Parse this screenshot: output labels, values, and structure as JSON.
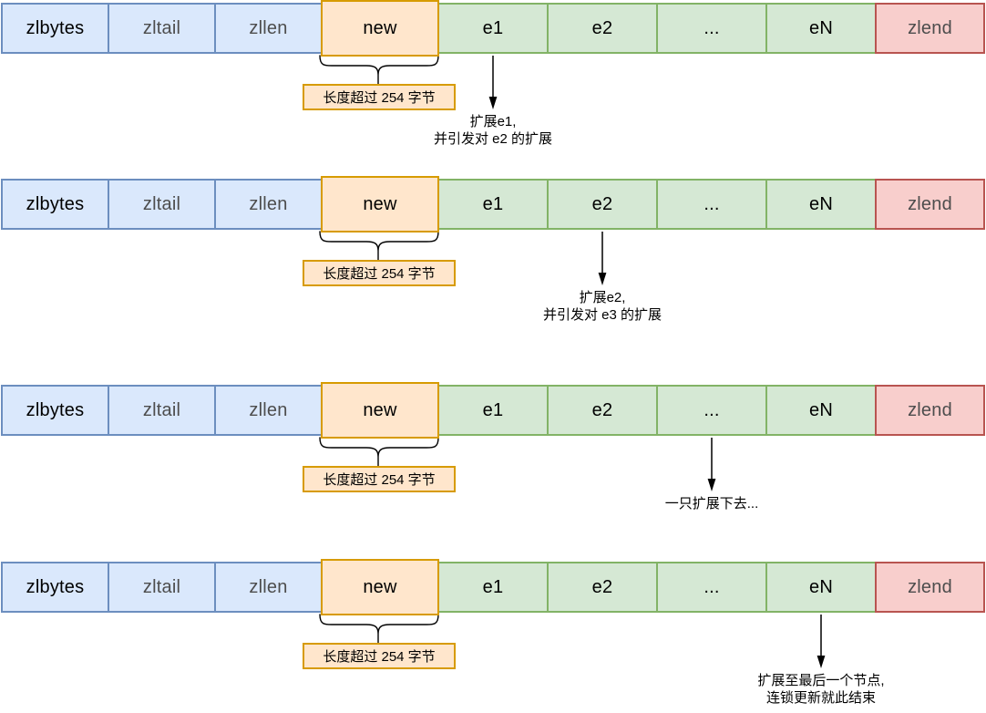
{
  "diagram": {
    "background": "#ffffff",
    "palette": {
      "blue": {
        "fill": "#dae8fc",
        "stroke": "#6c8ebf"
      },
      "orange": {
        "fill": "#ffe6cc",
        "stroke": "#d79b00"
      },
      "green": {
        "fill": "#d5e8d4",
        "stroke": "#82b366"
      },
      "red": {
        "fill": "#f8cecc",
        "stroke": "#b85450"
      },
      "text_black": "#000000",
      "text_muted": "#4d4d4d",
      "line": "#000000"
    },
    "bar_cells": [
      {
        "id": "zlbytes",
        "label": "zlbytes",
        "color": "blue",
        "text": "black",
        "oversized": false
      },
      {
        "id": "zltail",
        "label": "zltail",
        "color": "blue",
        "text": "muted",
        "oversized": false
      },
      {
        "id": "zllen",
        "label": "zllen",
        "color": "blue",
        "text": "muted",
        "oversized": false
      },
      {
        "id": "new",
        "label": "new",
        "color": "orange",
        "text": "black",
        "oversized": true
      },
      {
        "id": "e1",
        "label": "e1",
        "color": "green",
        "text": "black",
        "oversized": false
      },
      {
        "id": "e2",
        "label": "e2",
        "color": "green",
        "text": "black",
        "oversized": false
      },
      {
        "id": "dots",
        "label": "...",
        "color": "green",
        "text": "black",
        "oversized": false
      },
      {
        "id": "eN",
        "label": "eN",
        "color": "green",
        "text": "black",
        "oversized": false
      },
      {
        "id": "zlend",
        "label": "zlend",
        "color": "red",
        "text": "muted",
        "oversized": false
      }
    ],
    "length_callout": "长度超过 254 字节",
    "rows": [
      {
        "arrow_cell": "e1",
        "note_lines": [
          "扩展e1,",
          "并引发对 e2 的扩展"
        ]
      },
      {
        "arrow_cell": "e2",
        "note_lines": [
          "扩展e2,",
          "并引发对 e3 的扩展"
        ]
      },
      {
        "arrow_cell": "dots",
        "note_lines": [
          "一只扩展下去..."
        ]
      },
      {
        "arrow_cell": "eN",
        "note_lines": [
          "扩展至最后一个节点,",
          "连锁更新就此结束"
        ]
      }
    ]
  }
}
